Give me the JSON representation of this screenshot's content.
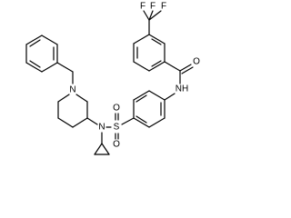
{
  "molecule": {
    "labels": {
      "f1": "F",
      "f2": "F",
      "f3": "F",
      "o_carbonyl": "O",
      "nh": "NH",
      "n_piperidine": "N",
      "s": "S",
      "n_sulfonamide": "N",
      "o_s_1": "O",
      "o_s_2": "O"
    }
  },
  "colors": {
    "bond": "#000000",
    "text": "#000000",
    "background": "#ffffff"
  }
}
